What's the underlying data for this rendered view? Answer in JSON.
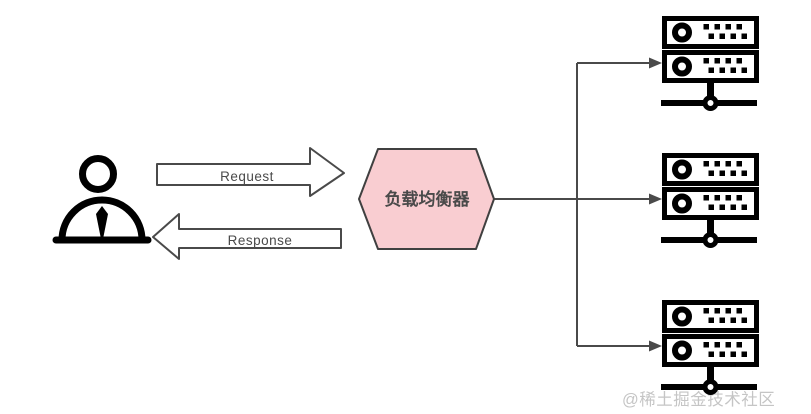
{
  "diagram": {
    "client": {
      "name": "client-user"
    },
    "arrows": {
      "request": "Request",
      "response": "Response",
      "outline_color": "#4a4a4a"
    },
    "load_balancer": {
      "label": "负载均衡器",
      "shape": "hexagon",
      "fill": "#f9cdd1",
      "border": "#404040"
    },
    "servers": {
      "count": 3,
      "icon": "server-icon",
      "color": "#000000"
    },
    "connector_color": "#4a4a4a",
    "watermark": "@稀土掘金技术社区"
  }
}
